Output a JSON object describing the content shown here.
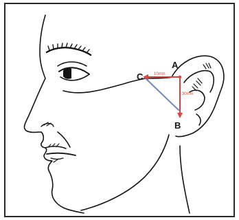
{
  "figure": {
    "points": {
      "a": "A",
      "b": "B",
      "c": "C"
    },
    "measurements": {
      "horizontal": "10mm",
      "vertical": "30mm"
    },
    "colors": {
      "ink": "#141414",
      "frame": "#2a2a2a",
      "red_line": "#d9463f",
      "blue_line": "#6f86c6",
      "background": "#ffffff"
    }
  }
}
